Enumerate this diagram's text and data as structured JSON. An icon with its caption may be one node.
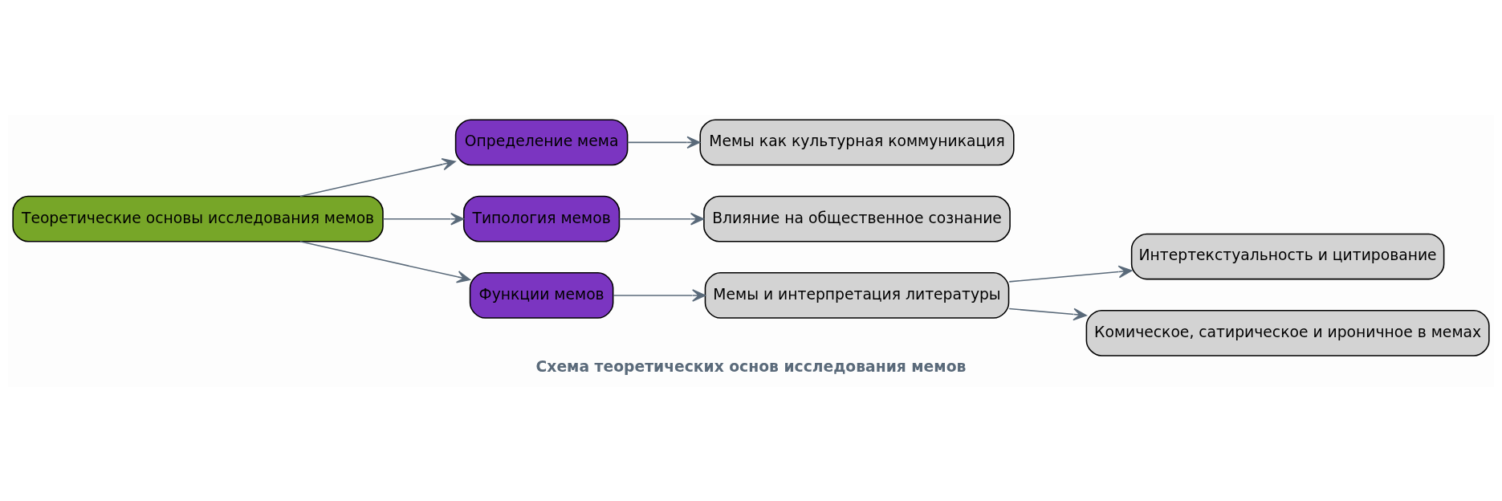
{
  "diagram": {
    "title": "Схема теоретических основ исследования мемов",
    "nodes": [
      {
        "text": [
          "Теоретические основы исследования мемов"
        ]
      },
      {
        "text": [
          "Определение мема"
        ]
      },
      {
        "text": [
          "Типология мемов"
        ]
      },
      {
        "text": [
          "Функции мемов"
        ]
      },
      {
        "text": [
          "Мемы как культурная коммуникация"
        ]
      },
      {
        "text": [
          "Влияние на общественное сознание"
        ]
      },
      {
        "text": [
          "Мемы и интерпретация литературы"
        ]
      },
      {
        "text": [
          "Интертекстуальность и цитирование"
        ]
      },
      {
        "text": [
          "Комическое, сатирическое и ироничное в мемах"
        ]
      }
    ],
    "edges": [
      {
        "from": 0,
        "to": 1,
        "arrow": "to"
      },
      {
        "from": 0,
        "to": 2,
        "arrow": "to"
      },
      {
        "from": 0,
        "to": 3,
        "arrow": "to"
      },
      {
        "from": 1,
        "to": 4,
        "arrow": "to"
      },
      {
        "from": 2,
        "to": 5,
        "arrow": "to"
      },
      {
        "from": 3,
        "to": 6,
        "arrow": "to"
      },
      {
        "from": 6,
        "to": 7,
        "arrow": "to"
      },
      {
        "from": 6,
        "to": 8,
        "arrow": "to"
      }
    ]
  }
}
